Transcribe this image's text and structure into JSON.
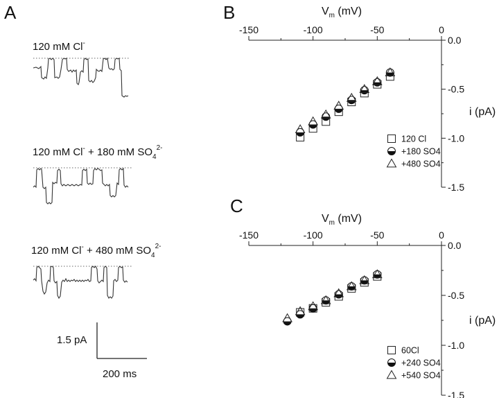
{
  "panels": {
    "A": "A",
    "B": "B",
    "C": "C"
  },
  "traces": [
    {
      "label_main": "120 mM Cl",
      "label_sup": "-",
      "label_rest": "",
      "label_sub": "",
      "label_sup2": ""
    },
    {
      "label_main": "120 mM Cl",
      "label_sup": "-",
      "label_rest": " + 180 mM SO",
      "label_sub": "4",
      "label_sup2": "2-"
    },
    {
      "label_main": "120 mM Cl",
      "label_sup": "-",
      "label_rest": " + 480 mM SO",
      "label_sub": "4",
      "label_sup2": "2-"
    }
  ],
  "scale_bar": {
    "current": "1.5 pA",
    "time": "200 ms"
  },
  "chart_data": [
    {
      "type": "scatter",
      "panel": "B",
      "xlabel_main": "V",
      "xlabel_sub": "m",
      "xlabel_rest": " (mV)",
      "ylabel": "i (pA)",
      "xlim": [
        -150,
        0
      ],
      "ylim": [
        -1.5,
        0.0
      ],
      "xticks": [
        "-150",
        "-100",
        "-50",
        "0"
      ],
      "yticks": [
        "0.0",
        "-0.5",
        "-1.0",
        "-1.5"
      ],
      "legend_position": "lower-right",
      "series": [
        {
          "name": "120 Cl",
          "marker": "square",
          "x": [
            -110,
            -100,
            -90,
            -80,
            -70,
            -60,
            -50,
            -40
          ],
          "y": [
            -0.99,
            -0.9,
            -0.83,
            -0.73,
            -0.63,
            -0.54,
            -0.45,
            -0.37
          ]
        },
        {
          "name": "+180 SO4",
          "marker": "circle-half",
          "x": [
            -110,
            -100,
            -90,
            -80,
            -70,
            -60,
            -50,
            -40
          ],
          "y": [
            -0.94,
            -0.86,
            -0.78,
            -0.7,
            -0.61,
            -0.51,
            -0.43,
            -0.33
          ]
        },
        {
          "name": "+480 SO4",
          "marker": "triangle",
          "x": [
            -110,
            -100,
            -90,
            -80,
            -70,
            -60,
            -50,
            -40
          ],
          "y": [
            -0.91,
            -0.83,
            -0.76,
            -0.67,
            -0.59,
            -0.5,
            -0.42,
            -0.33
          ]
        }
      ]
    },
    {
      "type": "scatter",
      "panel": "C",
      "xlabel_main": "V",
      "xlabel_sub": "m",
      "xlabel_rest": " (mV)",
      "ylabel": "i (pA)",
      "xlim": [
        -150,
        0
      ],
      "ylim": [
        -1.5,
        0.0
      ],
      "xticks": [
        "-150",
        "-100",
        "-50",
        "0"
      ],
      "yticks": [
        "0.0",
        "-0.5",
        "-1.0",
        "-1.5"
      ],
      "legend_position": "lower-right",
      "series": [
        {
          "name": "60Cl",
          "marker": "square",
          "x": [
            -110,
            -100,
            -90,
            -80,
            -70,
            -60,
            -50
          ],
          "y": [
            -0.67,
            -0.63,
            -0.57,
            -0.51,
            -0.43,
            -0.37,
            -0.31
          ]
        },
        {
          "name": "+240 SO4",
          "marker": "circle-half",
          "x": [
            -120,
            -110,
            -100,
            -90,
            -80,
            -70,
            -60,
            -50
          ],
          "y": [
            -0.76,
            -0.69,
            -0.63,
            -0.55,
            -0.49,
            -0.41,
            -0.35,
            -0.29
          ]
        },
        {
          "name": "+540 SO4",
          "marker": "triangle",
          "x": [
            -120,
            -110,
            -100,
            -90,
            -80,
            -70,
            -60,
            -50
          ],
          "y": [
            -0.73,
            -0.66,
            -0.61,
            -0.55,
            -0.48,
            -0.41,
            -0.35,
            -0.29
          ]
        }
      ]
    }
  ]
}
